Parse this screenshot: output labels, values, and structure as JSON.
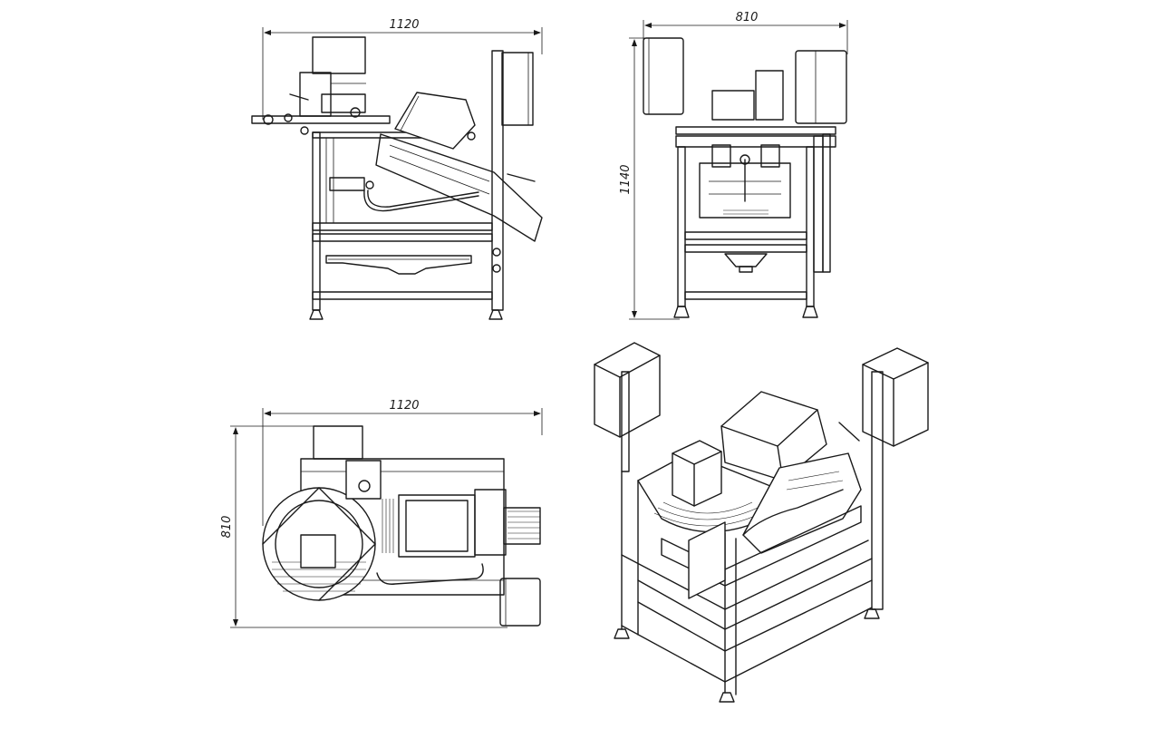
{
  "drawing": {
    "views": [
      {
        "name": "side-view",
        "dim_width": "1120"
      },
      {
        "name": "front-view",
        "dim_width": "810",
        "dim_height": "1140"
      },
      {
        "name": "top-view",
        "dim_width": "1120",
        "dim_height": "810"
      },
      {
        "name": "isometric-view"
      }
    ],
    "colors": {
      "line": "#1a1a1a",
      "background": "#ffffff"
    }
  }
}
